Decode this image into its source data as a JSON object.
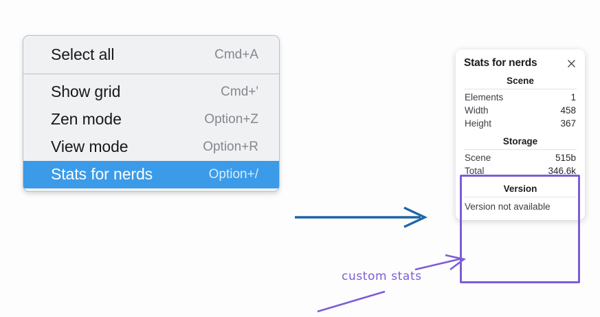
{
  "context_menu": {
    "groups": [
      {
        "items": [
          {
            "label": "Select all",
            "shortcut": "Cmd+A",
            "selected": false
          }
        ]
      },
      {
        "items": [
          {
            "label": "Show grid",
            "shortcut": "Cmd+'",
            "selected": false
          },
          {
            "label": "Zen mode",
            "shortcut": "Option+Z",
            "selected": false
          },
          {
            "label": "View mode",
            "shortcut": "Option+R",
            "selected": false
          },
          {
            "label": "Stats for nerds",
            "shortcut": "Option+/",
            "selected": true
          }
        ]
      }
    ],
    "highlight_color": "#3b9be8"
  },
  "stats_panel": {
    "title": "Stats for nerds",
    "close_icon": "close-icon",
    "sections": [
      {
        "name": "Scene",
        "rows": [
          {
            "label": "Elements",
            "value": "1"
          },
          {
            "label": "Width",
            "value": "458"
          },
          {
            "label": "Height",
            "value": "367"
          }
        ]
      },
      {
        "name": "Storage",
        "rows": [
          {
            "label": "Scene",
            "value": "515b"
          },
          {
            "label": "Total",
            "value": "346.6k"
          }
        ]
      },
      {
        "name": "Version",
        "text": "Version not available"
      }
    ]
  },
  "annotations": {
    "custom_stats_label": "custom stats",
    "label_color": "#7c5cd6",
    "flow_arrow_color": "#1f65a6"
  }
}
